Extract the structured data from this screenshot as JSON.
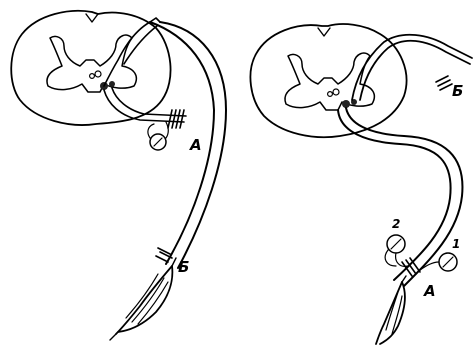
{
  "left_panel": {
    "labels": {
      "stimulus_point": "A",
      "recording_point": "Б"
    }
  },
  "right_panel": {
    "labels": {
      "recording_point": "Б",
      "stimulus_point": "A",
      "electrode_1": "1",
      "electrode_2": "2"
    }
  }
}
